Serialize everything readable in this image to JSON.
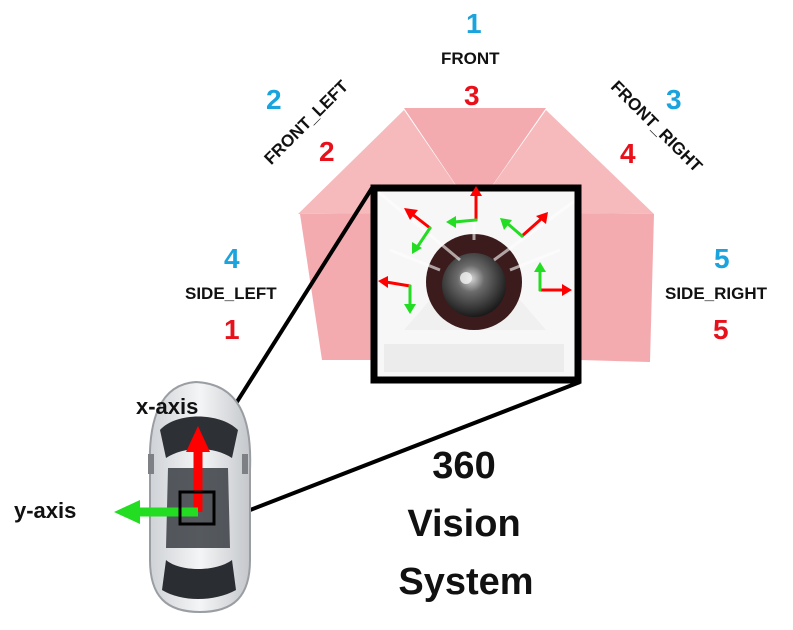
{
  "colors": {
    "fov_fill": "#f08f95",
    "blue_number": "#1aa3dc",
    "red_number": "#e8101a",
    "x_axis_arrow": "#ff0000",
    "y_axis_arrow": "#22dd22"
  },
  "cameras": {
    "front": {
      "name": "FRONT",
      "blue": "1",
      "red": "3"
    },
    "front_left": {
      "name": "FRONT_LEFT",
      "blue": "2",
      "red": "2"
    },
    "front_right": {
      "name": "FRONT_RIGHT",
      "blue": "3",
      "red": "4"
    },
    "side_left": {
      "name": "SIDE_LEFT",
      "blue": "4",
      "red": "1"
    },
    "side_right": {
      "name": "SIDE_RIGHT",
      "blue": "5",
      "red": "5"
    }
  },
  "axes": {
    "x_label": "x-axis",
    "y_label": "y-axis"
  },
  "title": {
    "line1": "360",
    "line2": "Vision",
    "line3": "System"
  },
  "icons": {
    "camera_module": "camera-module-icon",
    "car": "car-top-view-icon"
  }
}
